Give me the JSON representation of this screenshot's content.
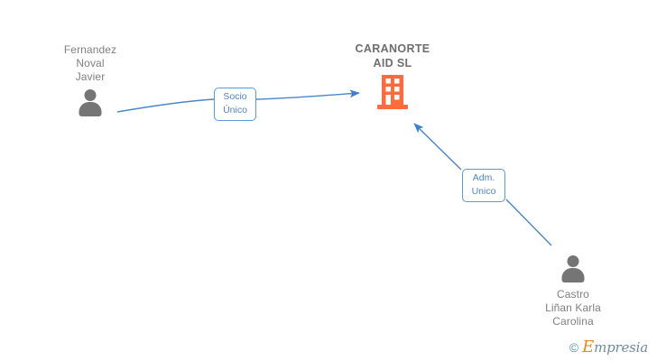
{
  "diagram": {
    "title": "CARANORTE AID  SL",
    "colors": {
      "person": "#757575",
      "company": "#ff6b3d",
      "edge": "#4a86c8",
      "label_text": "#4f85c4",
      "label_border": "#5b9bd5",
      "node_text": "#808080"
    },
    "nodes": [
      {
        "id": "person-fernandez-noval-javier",
        "type": "person",
        "label": "Fernandez\nNoval\nJavier",
        "icon": "person-icon",
        "label_position": "above"
      },
      {
        "id": "company-caranorte-aid-sl",
        "type": "company",
        "label": "CARANORTE\nAID  SL",
        "icon": "building-icon",
        "label_position": "above"
      },
      {
        "id": "person-castro-linan-karla-carolina",
        "type": "person",
        "label": "Castro\nLiñan Karla\nCarolina",
        "icon": "person-icon",
        "label_position": "below"
      }
    ],
    "edges": [
      {
        "id": "edge-socio-unico",
        "from": "person-fernandez-noval-javier",
        "to": "company-caranorte-aid-sl",
        "label": "Socio\nÚnico",
        "arrow": "to"
      },
      {
        "id": "edge-adm-unico",
        "from": "person-castro-linan-karla-carolina",
        "to": "company-caranorte-aid-sl",
        "label": "Adm.\nUnico",
        "arrow": "to"
      }
    ]
  },
  "watermark": {
    "copyright": "©",
    "brand_initial": "E",
    "brand_rest": "mpresia"
  }
}
